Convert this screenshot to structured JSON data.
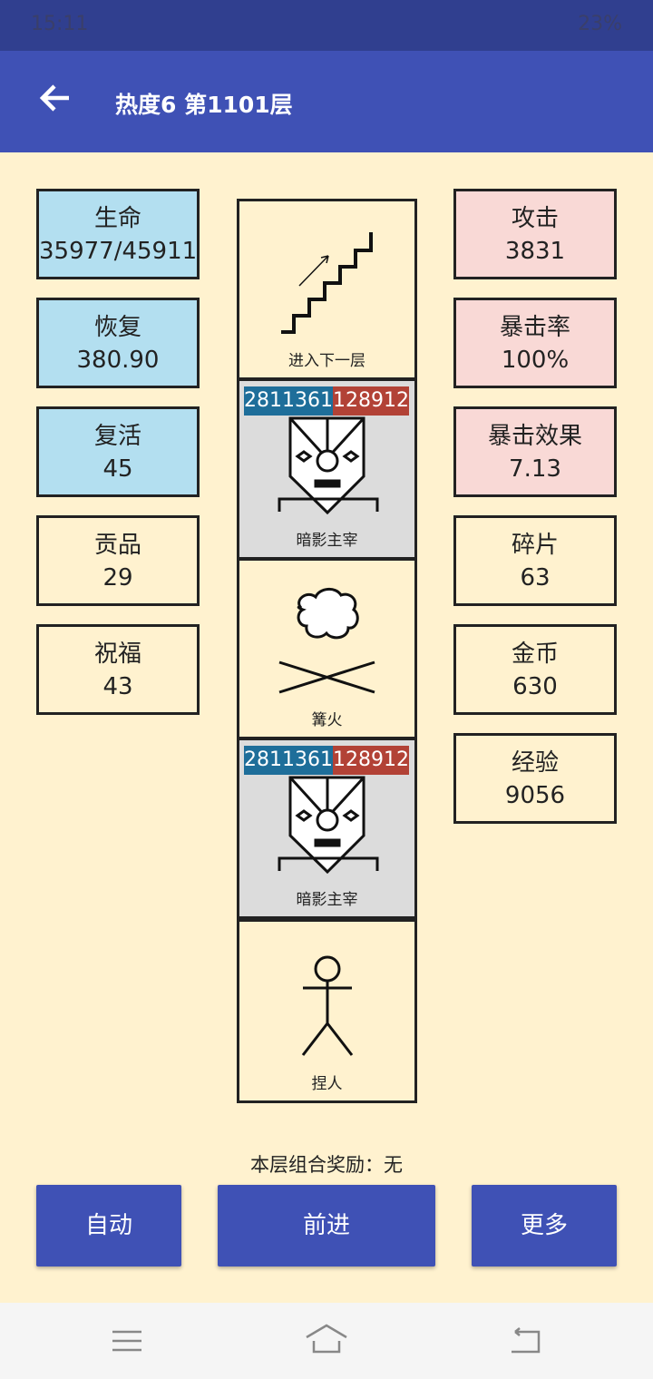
{
  "status": {
    "time": "15:11",
    "battery": "23%"
  },
  "header": {
    "title": "热度6 第1101层"
  },
  "left_stats": [
    {
      "label": "生命",
      "value": "35977/45911",
      "style": "blue"
    },
    {
      "label": "恢复",
      "value": "380.90",
      "style": "blue"
    },
    {
      "label": "复活",
      "value": "45",
      "style": "blue"
    },
    {
      "label": "贡品",
      "value": "29",
      "style": "plain"
    },
    {
      "label": "祝福",
      "value": "43",
      "style": "plain"
    }
  ],
  "right_stats": [
    {
      "label": "攻击",
      "value": "3831",
      "style": "pink"
    },
    {
      "label": "暴击率",
      "value": "100%",
      "style": "pink"
    },
    {
      "label": "暴击效果",
      "value": "7.13",
      "style": "pink"
    },
    {
      "label": "碎片",
      "value": "63",
      "style": "plain"
    },
    {
      "label": "金币",
      "value": "630",
      "style": "plain"
    },
    {
      "label": "经验",
      "value": "9056",
      "style": "plain"
    }
  ],
  "cells": [
    {
      "label": "进入下一层",
      "icon": "stairs-icon"
    },
    {
      "label": "暗影主宰",
      "icon": "monster-icon",
      "attack": "2811361",
      "hp": "128912"
    },
    {
      "label": "篝火",
      "icon": "bonfire-icon"
    },
    {
      "label": "暗影主宰",
      "icon": "monster-icon",
      "attack": "2811361",
      "hp": "128912"
    },
    {
      "label": "捏人",
      "icon": "person-icon"
    }
  ],
  "bonus": "本层组合奖励：无",
  "buttons": {
    "auto": "自动",
    "forward": "前进",
    "more": "更多"
  },
  "colors": {
    "primary": "#3f51b5",
    "background": "#fff2cf",
    "stat_blue": "#b3dff0",
    "stat_pink": "#f9d9d6",
    "attack_bar": "#1e6e9a",
    "hp_bar": "#b24236"
  }
}
